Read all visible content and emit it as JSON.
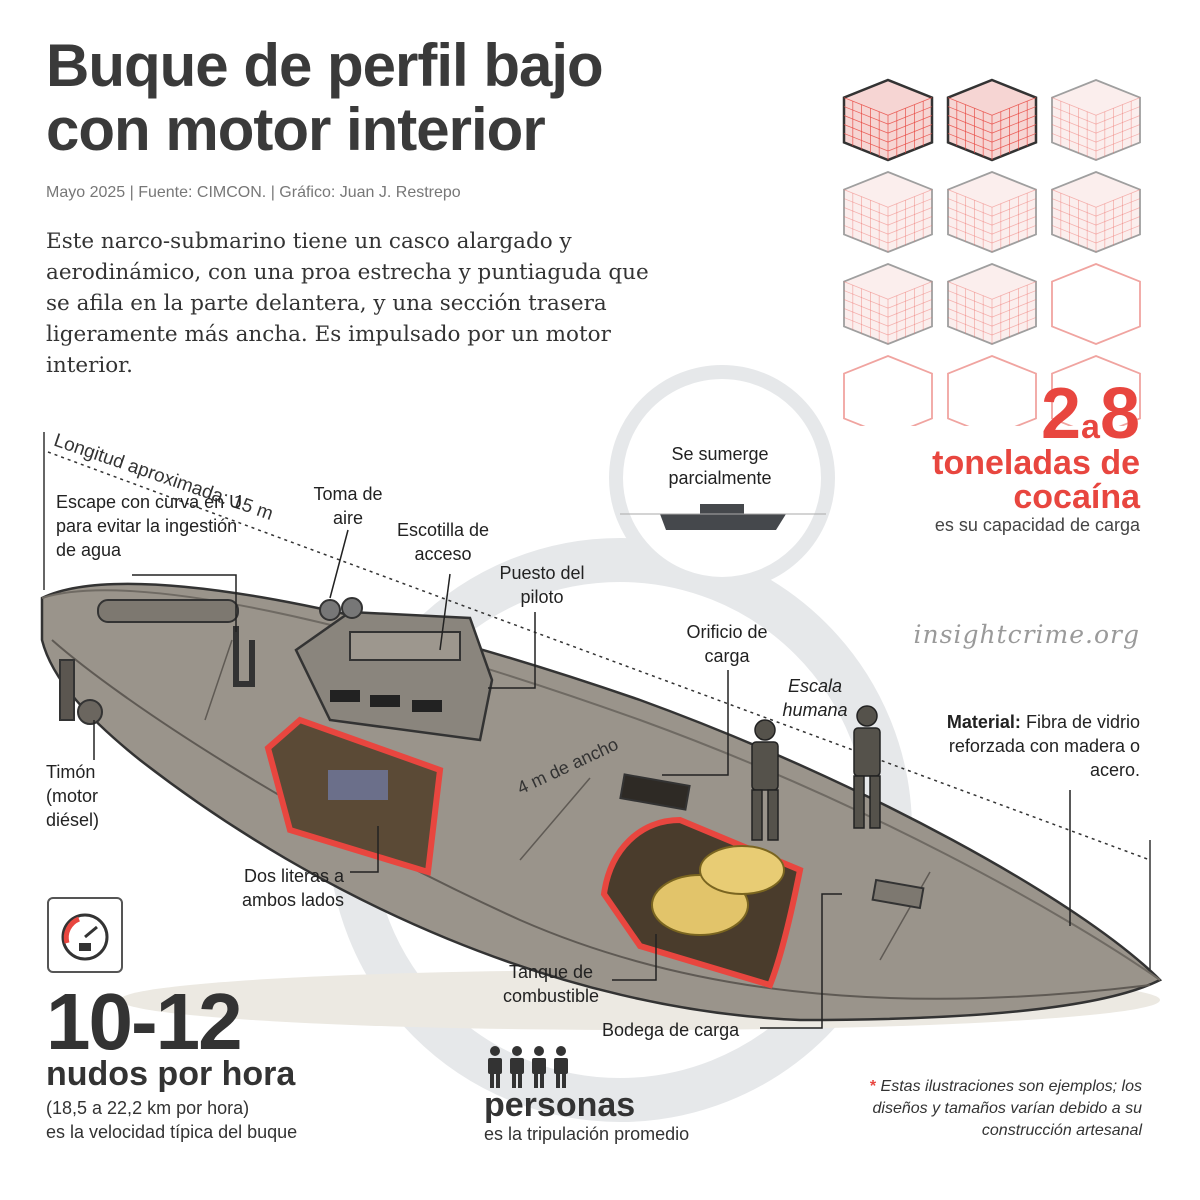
{
  "title": "Buque de perfil bajo con motor interior",
  "meta": "Mayo 2025 | Fuente: CIMCON. | Gráfico: Juan J. Restrepo",
  "description": "Este narco-submarino tiene un casco alargado y aerodinámico, con una proa estrecha y puntiaguda que se afila en la parte delantera, y una sección trasera ligeramente más ancha. Es impulsado por un motor interior.",
  "labels": {
    "length": "Longitud aproximada: 15 m",
    "width": "4 m de ancho",
    "exhaust": "Escape con curva en U para evitar la ingestión de agua",
    "air_intake": "Toma de aire",
    "hatch": "Escotilla de acceso",
    "pilot": "Puesto del piloto",
    "cargo_hole": "Orificio de carga",
    "human_scale": "Escala humana",
    "rudder": "Timón (motor diésel)",
    "bunks": "Dos literas a ambos lados",
    "fuel_tank": "Tanque de combustible",
    "cargo_hold": "Bodega de carga"
  },
  "submerge": "Se sumerge parcialmente",
  "capacity": {
    "min": "2",
    "sep": "a",
    "max": "8",
    "unit": "toneladas de cocaína",
    "desc": "es su capacidad de carga",
    "filled_full": 2,
    "filled_light": 6,
    "empty": 4
  },
  "watermark": "insightcrime.org",
  "material": {
    "label": "Material:",
    "text": "Fibra de vidrio reforzada con madera o acero."
  },
  "speed": {
    "value": "10-12",
    "unit": "nudos por hora",
    "kmh": "(18,5 a 22,2 km por hora)",
    "desc": "es la velocidad típica del buque",
    "icon": "speedometer-icon"
  },
  "crew": {
    "count": 4,
    "unit": "personas",
    "desc": "es la tripulación promedio",
    "icon": "person-icon"
  },
  "note": {
    "star": "*",
    "text": "Estas ilustraciones son ejemplos; los diseños y tamaños varían debido a su construcción artesanal"
  },
  "colors": {
    "accent": "#e8463f",
    "hull": "#8f8a82",
    "text": "#333333",
    "ring": "#e6e8ea"
  }
}
